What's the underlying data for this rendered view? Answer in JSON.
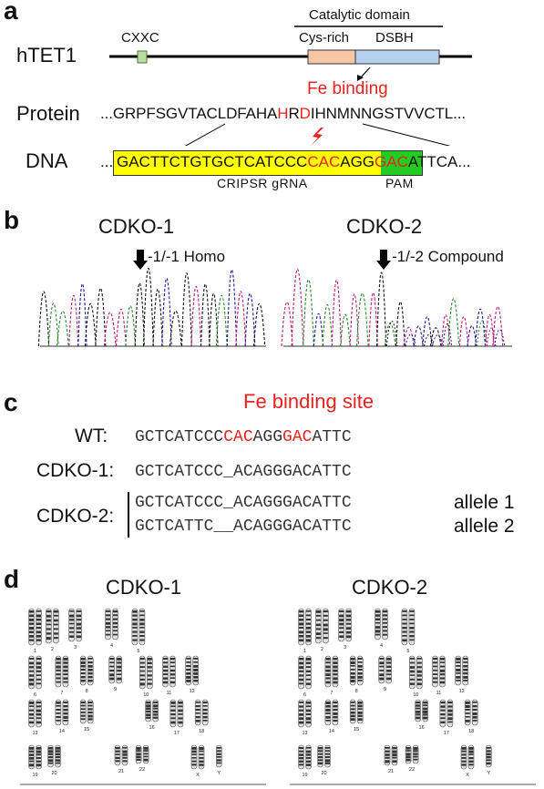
{
  "panels": {
    "a": "a",
    "b": "b",
    "c": "c",
    "d": "d"
  },
  "panel_a": {
    "gene": "hTET1",
    "cxxc": "CXXC",
    "catalytic": "Catalytic domain",
    "cys_rich": "Cys-rich",
    "dsbh": "DSBH",
    "fe_binding": "Fe binding",
    "protein_label": "Protein",
    "protein_pre": "...GRPFSGVTACLDFAHA",
    "protein_H": "H",
    "protein_R": "R",
    "protein_D": "D",
    "protein_post": "IHNMNNGSTVVCTL...",
    "dna_label": "DNA",
    "dna_dots_left": "...",
    "dna_yellow": "GACTTCTGTGCTCATCCC",
    "dna_cac": "CAC",
    "dna_agg": "AGG",
    "dna_gac": "GAC",
    "dna_tail": "ATTCA...",
    "grna_label": "CRIPSR gRNA",
    "pam_label": "PAM",
    "colors": {
      "yellow": "#ffff00",
      "green": "#22cc22",
      "cys": "#f6c7a6",
      "dsbh": "#b4d2ef",
      "cxxc": "#b8dea0",
      "red": "#e8231f"
    }
  },
  "panel_b": {
    "left_title": "CDKO-1",
    "left_note": "-1/-1 Homo",
    "right_title": "CDKO-2",
    "right_note": "-1/-2 Compound"
  },
  "panel_c": {
    "title": "Fe binding site",
    "wt_label": "WT:",
    "wt_a": "GCTCATCCC",
    "wt_b": "CAC",
    "wt_c": "AGG",
    "wt_d": "GAC",
    "wt_e": "ATTC",
    "cdko1_label": "CDKO-1:",
    "cdko1_seq": "GCTCATCCC_ACAGGGACATTC",
    "cdko2_label": "CDKO-2:",
    "cdko2_seq1": "GCTCATCCC_ACAGGGACATTC",
    "cdko2_seq2": "GCTCATTC__ACAGGGACATTC",
    "allele1": "allele 1",
    "allele2": "allele 2"
  },
  "panel_d": {
    "left_title": "CDKO-1",
    "right_title": "CDKO-2",
    "row1": [
      "1",
      "2",
      "3",
      "4",
      "5"
    ],
    "row2": [
      "6",
      "7",
      "8",
      "9",
      "10",
      "11",
      "12"
    ],
    "row3": [
      "13",
      "14",
      "15",
      "16",
      "17",
      "18"
    ],
    "row4": [
      "19",
      "20",
      "21",
      "22",
      "X",
      "Y"
    ]
  }
}
